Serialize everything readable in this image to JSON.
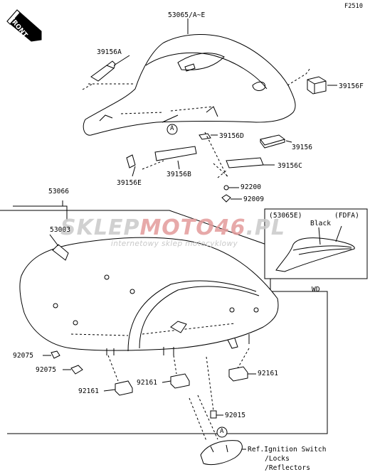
{
  "page_code": "F2510",
  "front_label": "FRONT",
  "watermark": {
    "brand_main": "SKLEP",
    "brand_accent": "MOTO46",
    "brand_tail": ".PL",
    "tagline": "internetowy sklep motocyklowy"
  },
  "parts": {
    "p53065": "53065/A~E",
    "p39156A": "39156A",
    "p39156F": "39156F",
    "p39156D": "39156D",
    "p39156": "39156",
    "p39156E": "39156E",
    "p39156B": "39156B",
    "p39156C": "39156C",
    "p92200": "92200",
    "p92009": "92009",
    "p53066": "53066",
    "p53003": "53003",
    "p92075a": "92075",
    "p92075b": "92075",
    "p92161a": "92161",
    "p92161b": "92161",
    "p92161c": "92161",
    "p92015": "92015"
  },
  "refs": {
    "a_upper": "A",
    "a_lower": "A"
  },
  "inset": {
    "code": "(53065E)",
    "color_label": "Black",
    "variant": "(FDFA)",
    "caption": "WD"
  },
  "reference_note": {
    "line1": "Ref.Ignition Switch",
    "line2": "/Locks",
    "line3": "/Reflectors"
  }
}
